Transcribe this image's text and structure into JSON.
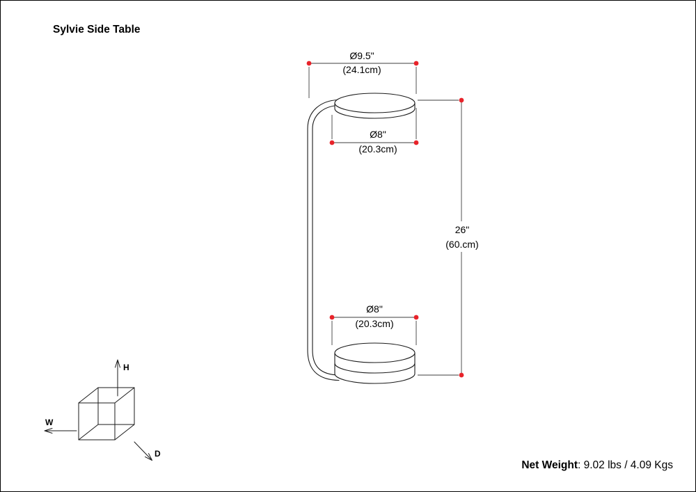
{
  "title": "Sylvie Side Table",
  "dimensions": {
    "top_overall_diameter": {
      "inches": "Ø9.5\"",
      "metric": "(24.1cm)"
    },
    "tabletop_diameter": {
      "inches": "Ø8\"",
      "metric": "(20.3cm)"
    },
    "height": {
      "inches": "26\"",
      "metric": "(60.cm)"
    },
    "base_diameter": {
      "inches": "Ø8\"",
      "metric": "(20.3cm)"
    }
  },
  "orientation_axes": {
    "height": "H",
    "width": "W",
    "depth": "D"
  },
  "footer": {
    "net_weight_label": "Net Weight",
    "net_weight_value": ": 9.02 lbs / 4.09 Kgs"
  },
  "colors": {
    "marker": "#e8232a",
    "marker_edge": "#8b1a1a",
    "dimension_line": "#3d3d3d",
    "drawing_line": "#1a1a1a"
  }
}
